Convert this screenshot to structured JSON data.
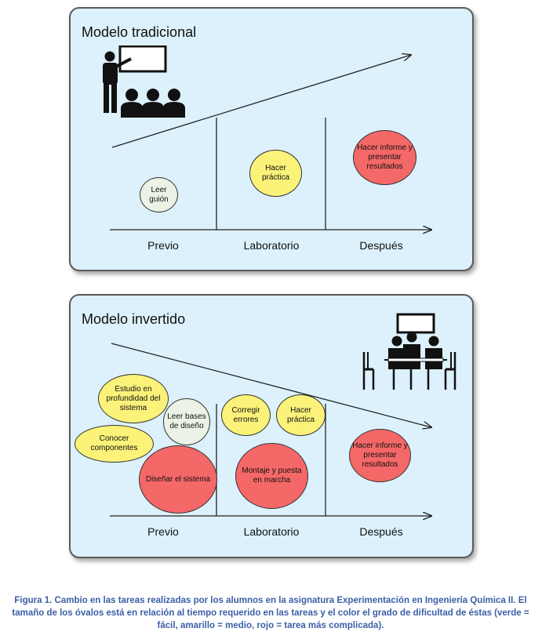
{
  "colors": {
    "easy": "#ecf3e6",
    "medium": "#fbf27a",
    "hard": "#f56868",
    "panel_bg": "#dcf1fc",
    "caption": "#3c5fa6"
  },
  "panels": [
    {
      "title": "Modelo tradicional",
      "icon": "teacher-lecturing-icon",
      "arrow_trend": "rising",
      "phases": [
        "Previo",
        "Laboratorio",
        "Después"
      ],
      "tasks": [
        {
          "label": "Leer guión",
          "difficulty": "easy"
        },
        {
          "label": "Hacer práctica",
          "difficulty": "medium"
        },
        {
          "label": "Hacer informe y presentar resultados",
          "difficulty": "hard"
        }
      ]
    },
    {
      "title": "Modelo invertido",
      "icon": "group-meeting-icon",
      "arrow_trend": "falling",
      "phases": [
        "Previo",
        "Laboratorio",
        "Después"
      ],
      "tasks": [
        {
          "label": "Estudio en profundidad del sistema",
          "difficulty": "medium"
        },
        {
          "label": "Leer bases de diseño",
          "difficulty": "easy"
        },
        {
          "label": "Conocer componentes",
          "difficulty": "medium"
        },
        {
          "label": "Diseñar el sistema",
          "difficulty": "hard"
        },
        {
          "label": "Corregir errores",
          "difficulty": "medium"
        },
        {
          "label": "Hacer práctica",
          "difficulty": "medium"
        },
        {
          "label": "Montaje y puesta en marcha",
          "difficulty": "hard"
        },
        {
          "label": "Hacer informe y presentar resultados",
          "difficulty": "hard"
        }
      ]
    }
  ],
  "caption": "Figura 1. Cambio en las tareas realizadas por los alumnos en la asignatura Experimentación en Ingeniería Química II. El tamaño de los óvalos está en relación al tiempo requerido en las tareas y el color el grado de dificultad de éstas (verde = fácil, amarillo = medio, rojo = tarea más complicada)."
}
